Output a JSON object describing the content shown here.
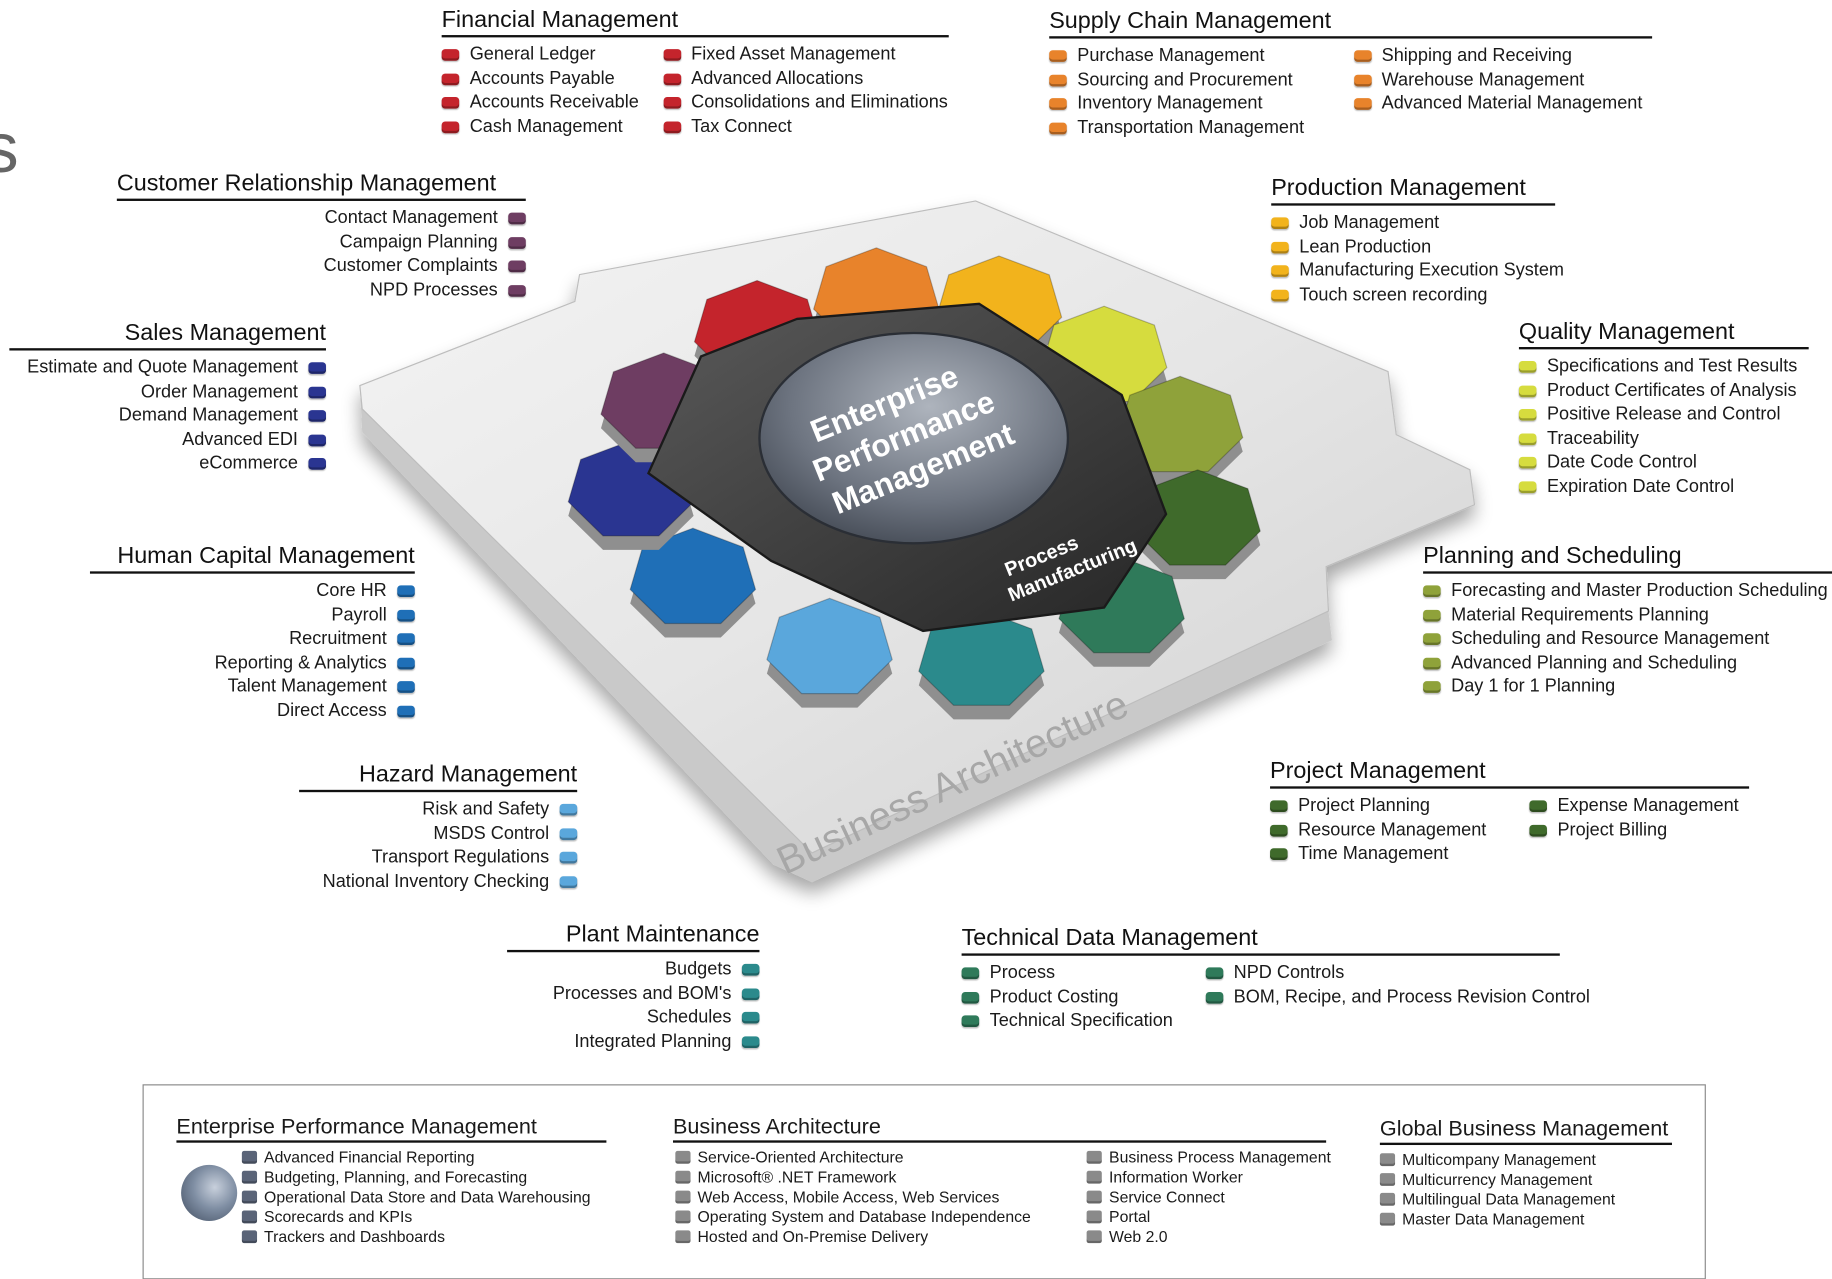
{
  "colors": {
    "financial": "#c4242c",
    "supply_chain": "#e8832b",
    "production": "#f2b31c",
    "quality": "#d6dc3e",
    "planning": "#8fa23a",
    "project": "#3f6a2b",
    "technical": "#2f7a5a",
    "plant": "#2b8a8c",
    "hazard": "#5aa7dc",
    "hcm": "#1f6fb7",
    "sales": "#2a3591",
    "crm": "#6e3d62",
    "gray_bullet": "#8a8a8a"
  },
  "hub": {
    "title_lines": [
      "Enterprise",
      "Performance",
      "Management"
    ],
    "sub_lines": [
      "Process",
      "Manufacturing"
    ],
    "platform_label": "Business Architecture"
  },
  "modules": {
    "financial": {
      "title": "Financial Management",
      "items": [
        "General Ledger",
        "Accounts Payable",
        "Accounts Receivable",
        "Cash Management",
        "Fixed Asset Management",
        "Advanced Allocations",
        "Consolidations and Eliminations",
        "Tax Connect"
      ]
    },
    "supply_chain": {
      "title": "Supply Chain Management",
      "items": [
        "Purchase Management",
        "Sourcing and Procurement",
        "Inventory Management",
        "Transportation Management",
        "Shipping and Receiving",
        "Warehouse Management",
        "Advanced Material Management"
      ]
    },
    "crm": {
      "title": "Customer Relationship Management",
      "items": [
        "Contact Management",
        "Campaign Planning",
        "Customer Complaints",
        "NPD Processes"
      ]
    },
    "production": {
      "title": "Production Management",
      "items": [
        "Job Management",
        "Lean Production",
        "Manufacturing Execution System",
        "Touch screen recording"
      ]
    },
    "sales": {
      "title": "Sales Management",
      "items": [
        "Estimate and Quote Management",
        "Order Management",
        "Demand Management",
        "Advanced EDI",
        "eCommerce"
      ]
    },
    "quality": {
      "title": "Quality Management",
      "items": [
        "Specifications and Test Results",
        "Product Certificates of Analysis",
        "Positive Release and Control",
        "Traceability",
        "Date Code Control",
        "Expiration Date Control"
      ]
    },
    "hcm": {
      "title": "Human Capital Management",
      "items": [
        "Core HR",
        "Payroll",
        "Recruitment",
        "Reporting & Analytics",
        "Talent Management",
        "Direct Access"
      ]
    },
    "planning": {
      "title": "Planning and Scheduling",
      "items": [
        "Forecasting and Master Production Scheduling",
        "Material Requirements Planning",
        "Scheduling and Resource Management",
        "Advanced Planning and Scheduling",
        "Day 1 for 1 Planning"
      ]
    },
    "hazard": {
      "title": "Hazard Management",
      "items": [
        "Risk and Safety",
        "MSDS Control",
        "Transport Regulations",
        "National Inventory Checking"
      ]
    },
    "project": {
      "title": "Project Management",
      "items": [
        "Project Planning",
        "Resource Management",
        "Time Management",
        "Expense Management",
        "Project Billing"
      ]
    },
    "plant": {
      "title": "Plant Maintenance",
      "items": [
        "Budgets",
        "Processes and BOM's",
        "Schedules",
        "Integrated Planning"
      ]
    },
    "technical": {
      "title": "Technical Data Management",
      "items": [
        "Process",
        "Product Costing",
        "Technical Specification",
        "NPD Controls",
        "BOM, Recipe, and Process Revision Control"
      ]
    }
  },
  "bottom": {
    "epm": {
      "title": "Enterprise Performance Management",
      "items": [
        "Advanced Financial Reporting",
        "Budgeting, Planning, and Forecasting",
        "Operational Data Store and Data Warehousing",
        "Scorecards and KPIs",
        "Trackers and Dashboards"
      ]
    },
    "ba": {
      "title": "Business Architecture",
      "col1": [
        "Service-Oriented Architecture",
        "Microsoft® .NET Framework",
        "Web Access, Mobile Access, Web Services",
        "Operating System and Database Independence",
        "Hosted and On-Premise Delivery"
      ],
      "col2": [
        "Business Process Management",
        "Information Worker",
        "Service Connect",
        "Portal",
        "Web 2.0"
      ]
    },
    "gbm": {
      "title": "Global Business Management",
      "items": [
        "Multicompany Management",
        "Multicurrency Management",
        "Multilingual Data Management",
        "Master Data Management"
      ]
    }
  },
  "ghost_char": "s"
}
